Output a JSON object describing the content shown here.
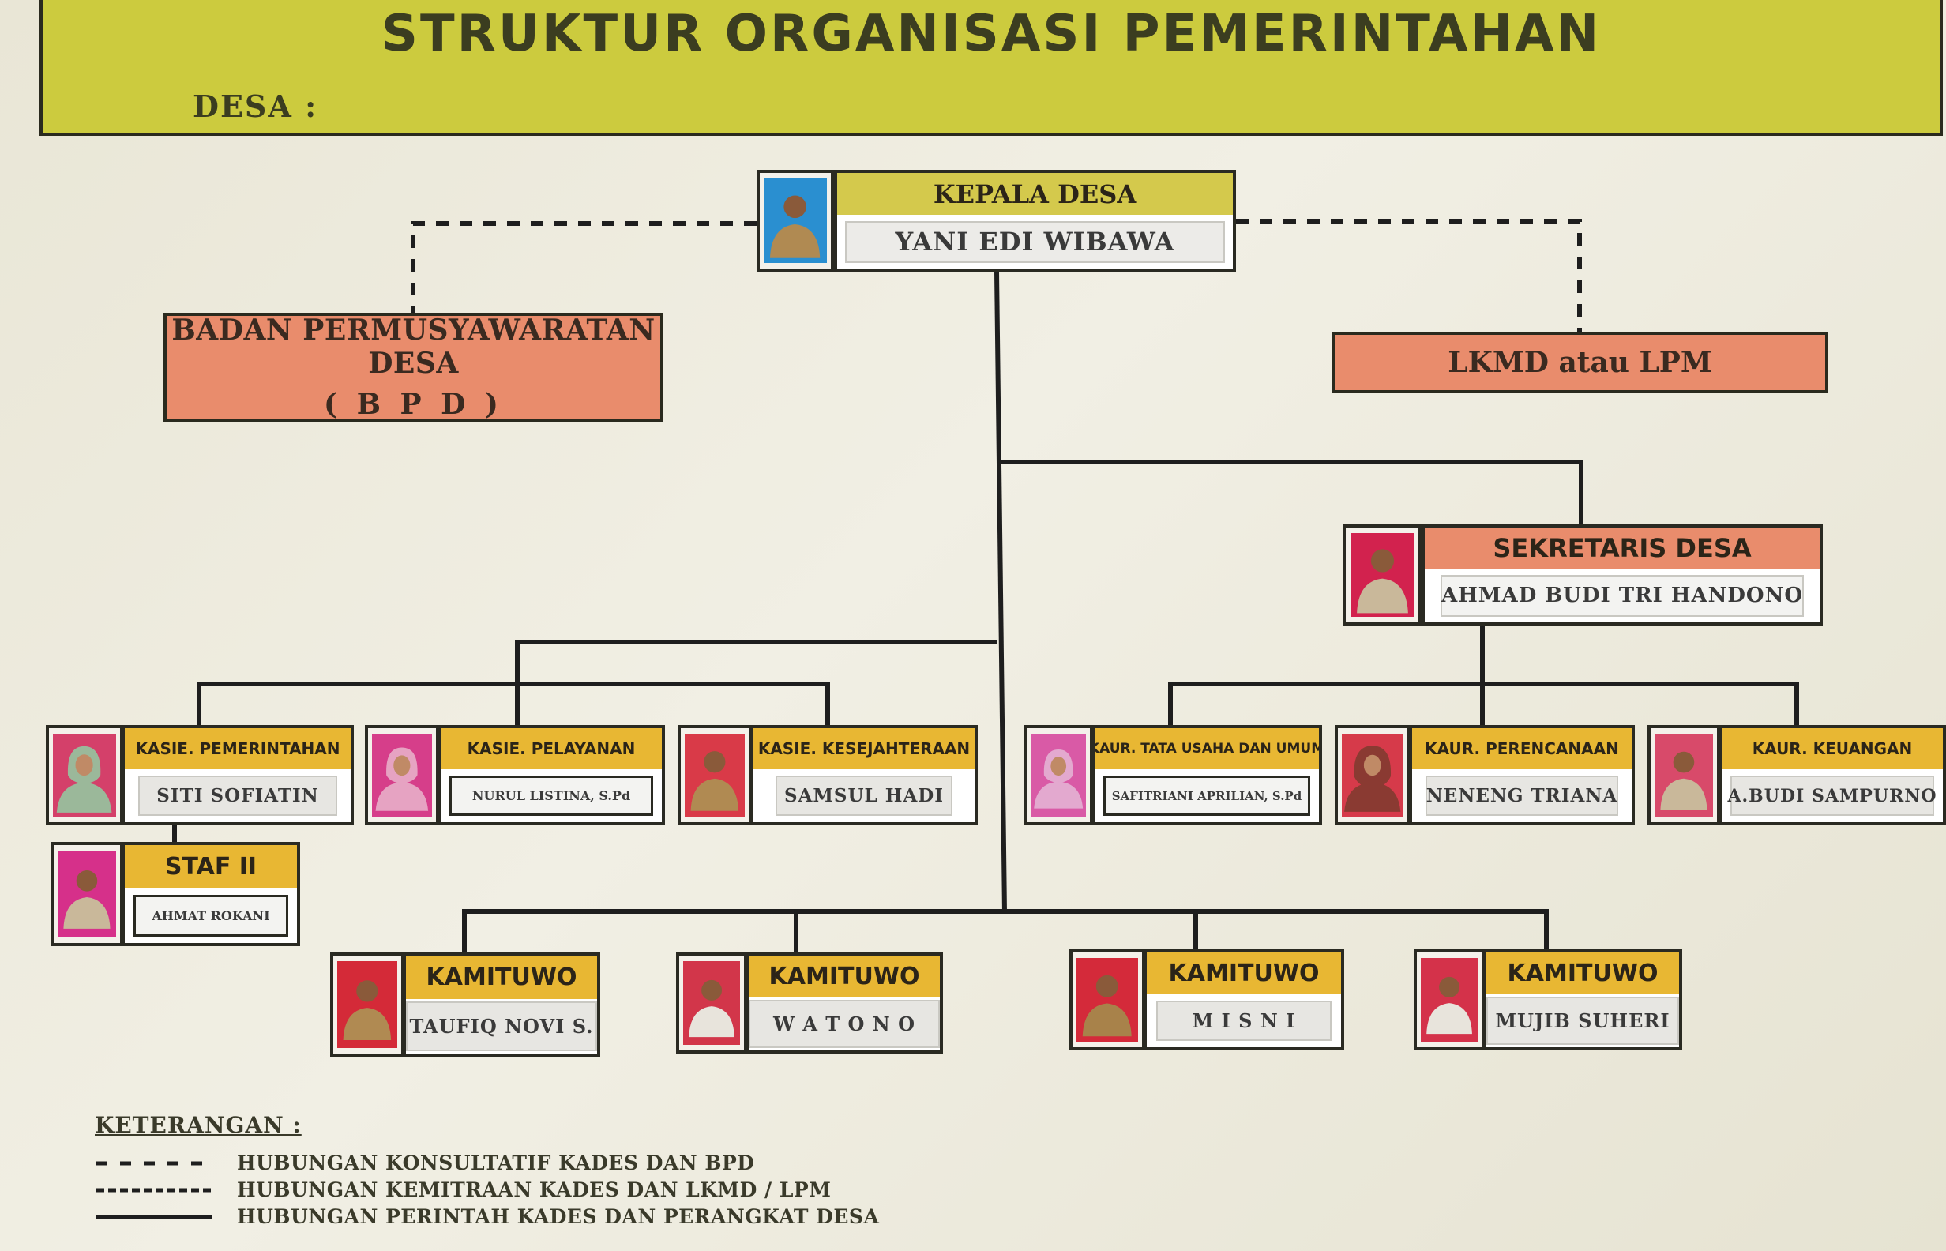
{
  "header": {
    "title": "STRUKTUR ORGANISASI PEMERINTAHAN",
    "desa_label": "DESA :"
  },
  "colors": {
    "header": "#cccb3e",
    "org_box": "#e98c6c",
    "gold_title": "#e8b733",
    "kepala_title": "#d4c94c",
    "sekretaris_title": "#e98c6c",
    "line": "#1e1e1e"
  },
  "kepala": {
    "title": "KEPALA DESA",
    "name": "YANI EDI WIBAWA",
    "photo_bg": "#2a8fd0"
  },
  "bpd": {
    "line1": "BADAN PERMUSYAWARATAN DESA",
    "line2": "( B P D )"
  },
  "lkmd": {
    "label": "LKMD atau LPM"
  },
  "sekretaris": {
    "title": "SEKRETARIS DESA",
    "name": "AHMAD BUDI TRI HANDONO",
    "photo_bg": "#d2224e"
  },
  "kasie": [
    {
      "title": "KASIE. PEMERINTAHAN",
      "name": "SITI SOFIATIN",
      "photo_bg": "#d4406a"
    },
    {
      "title": "KASIE. PELAYANAN",
      "name": "NURUL LISTINA, S.Pd",
      "photo_bg": "#d63e8a"
    },
    {
      "title": "KASIE. KESEJAHTERAAN",
      "name": "SAMSUL HADI",
      "photo_bg": "#d93a48"
    }
  ],
  "kaur": [
    {
      "title": "KAUR. TATA USAHA DAN UMUM",
      "name": "SAFITRIANI APRILIAN, S.Pd",
      "photo_bg": "#d95aa6"
    },
    {
      "title": "KAUR. PERENCANAAN",
      "name": "NENENG TRIANA",
      "photo_bg": "#d63a4a"
    },
    {
      "title": "KAUR. KEUANGAN",
      "name": "A.BUDI SAMPURNO",
      "photo_bg": "#d84a6a"
    }
  ],
  "staf": {
    "title": "STAF II",
    "name": "AHMAT ROKANI",
    "photo_bg": "#d6308a"
  },
  "kamituwo": [
    {
      "title": "KAMITUWO",
      "name": "TAUFIQ NOVI S.",
      "photo_bg": "#d42a38"
    },
    {
      "title": "KAMITUWO",
      "name": "W A T O N O",
      "photo_bg": "#d2364a"
    },
    {
      "title": "KAMITUWO",
      "name": "M I S N I",
      "photo_bg": "#d42a3a"
    },
    {
      "title": "KAMITUWO",
      "name": "MUJIB SUHERI",
      "photo_bg": "#d4324a"
    }
  ],
  "legend": {
    "title": "KETERANGAN :",
    "items": [
      {
        "label": "HUBUNGAN KONSULTATIF KADES DAN BPD",
        "line": "dash-wide"
      },
      {
        "label": "HUBUNGAN KEMITRAAN KADES DAN LKMD / LPM",
        "line": "dash-tight"
      },
      {
        "label": "HUBUNGAN PERINTAH KADES DAN PERANGKAT DESA",
        "line": "solid"
      }
    ]
  }
}
